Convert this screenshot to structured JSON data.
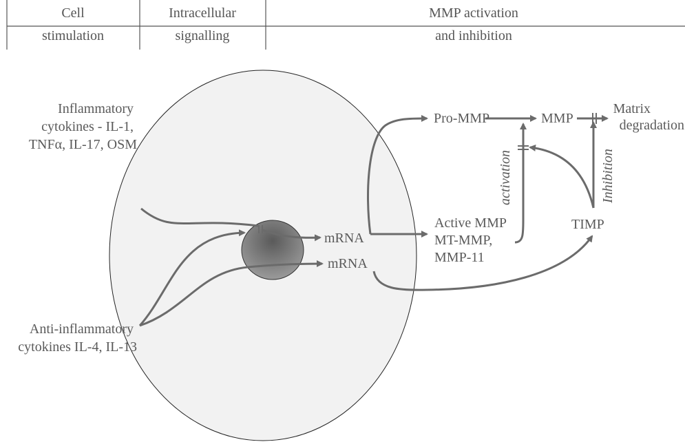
{
  "header": {
    "col1": [
      "Cell",
      "stimulation"
    ],
    "col2": [
      "Intracellular",
      "signalling"
    ],
    "col3": [
      "MMP activation",
      "and inhibition"
    ]
  },
  "labels": {
    "inflammatory": [
      "Inflammatory",
      "cytokines - IL-1,",
      "TNFα, IL-17, OSM"
    ],
    "anti_inflammatory": [
      "Anti-inflammatory",
      "cytokines IL-4, IL-13"
    ],
    "mrna_1": "mRNA",
    "mrna_2": "mRNA",
    "pro_mmp": "Pro-MMP",
    "mmp": "MMP",
    "matrix": [
      "Matrix",
      "degradation"
    ],
    "active_mmp": [
      "Active MMP",
      "MT-MMP,",
      "MMP-11"
    ],
    "timp": "TIMP",
    "activation": "activation",
    "inhibition": "Inhibition"
  },
  "colors": {
    "cell_fill": "#f2f2f2",
    "arrow": "#6b6b6b",
    "nucleus_dark": "#3c3c3c",
    "nucleus_light": "#8a8a8a"
  }
}
